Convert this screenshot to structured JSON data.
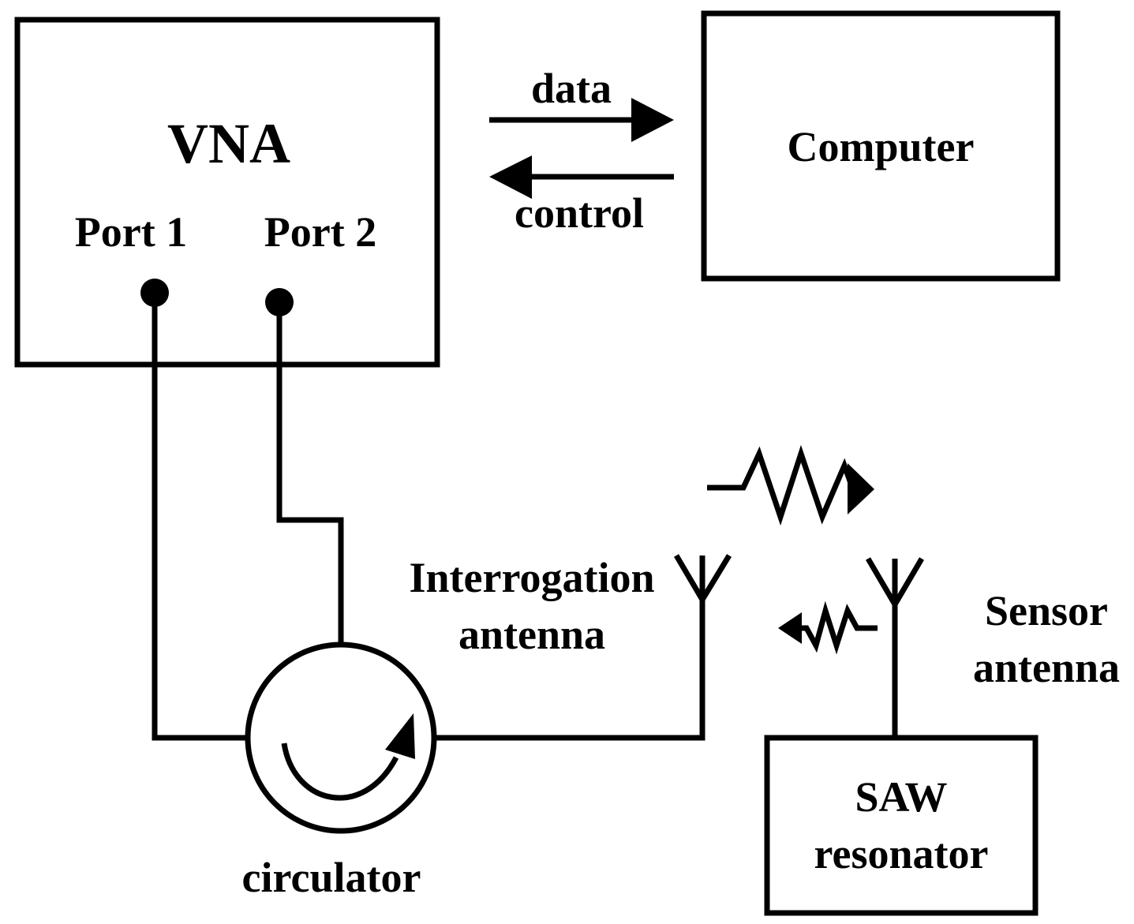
{
  "blocks": {
    "vna": {
      "title": "VNA",
      "port1": "Port 1",
      "port2": "Port 2"
    },
    "computer": {
      "label": "Computer"
    },
    "saw": {
      "line1": "SAW",
      "line2": "resonator"
    }
  },
  "links": {
    "data": "data",
    "control": "control"
  },
  "components": {
    "circulator": "circulator",
    "interrogation_antenna": {
      "line1": "Interrogation",
      "line2": "antenna"
    },
    "sensor_antenna": {
      "line1": "Sensor",
      "line2": "antenna"
    }
  }
}
